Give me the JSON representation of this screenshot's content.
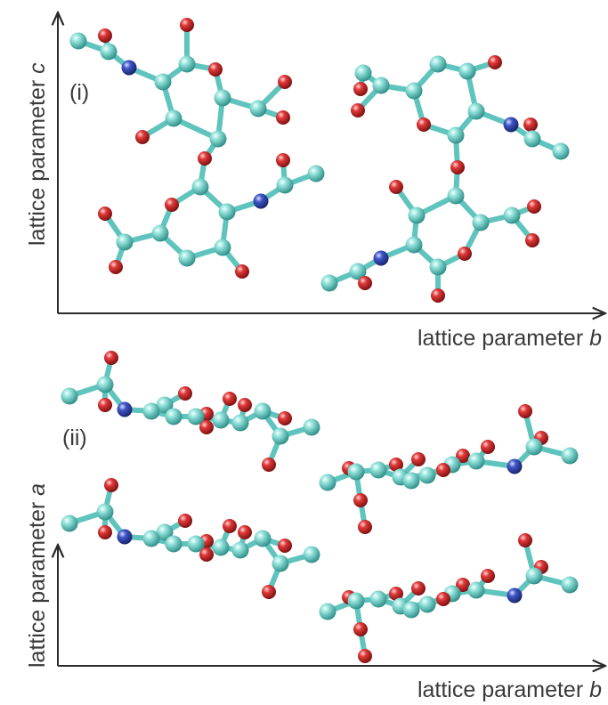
{
  "panel_i": {
    "tag": "(i)",
    "x_axis": {
      "text": "lattice parameter ",
      "var": "b"
    },
    "y_axis": {
      "text": "lattice parameter ",
      "var": "c"
    }
  },
  "panel_ii": {
    "tag": "(ii)",
    "x_axis": {
      "text": "lattice parameter ",
      "var": "b"
    },
    "y_axis": {
      "text": "lattice parameter ",
      "var": "a"
    }
  },
  "colors": {
    "carbon": "#5fc4bd",
    "oxygen": "#cf2b2b",
    "nitrogen": "#2b3fa8",
    "axis": "#2a2a2a",
    "text": "#3a3a3a"
  }
}
